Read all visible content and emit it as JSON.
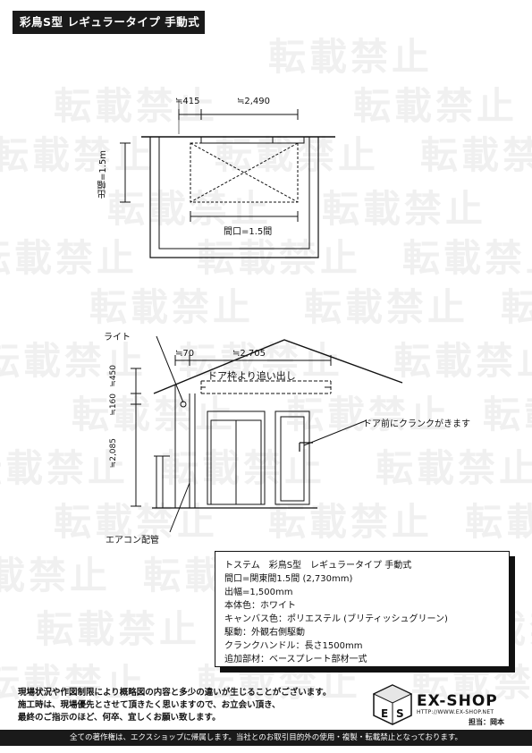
{
  "title": "彩鳥S型 レギュラータイプ 手動式",
  "watermark_text": "転載禁止",
  "plan": {
    "dim_left": "≒415",
    "dim_right": "≒2,490",
    "depth_label": "出幅=1.5m",
    "width_label": "間口=1.5間"
  },
  "elevation": {
    "light_label": "ライト",
    "dim_top_left": "≒70",
    "dim_top_right": "≒2,705",
    "door_frame_label": "ドア枠より追い出し",
    "crank_label": "ドア前にクランクがきます",
    "height_450": "≒450",
    "height_160": "≒160",
    "height_2085": "≒2,085",
    "aircon_label": "エアコン配管"
  },
  "spec": {
    "lines": [
      "トステム　彩鳥S型　レギュラータイプ 手動式",
      "間口=関東間1.5間 (2,730mm)",
      "出幅=1,500mm",
      "本体色：ホワイト",
      "キャンバス色：ポリエステル (ブリティッシュグリーン)",
      "駆動：外観右側駆動",
      "クランクハンドル：長さ1500mm",
      "追加部材：ベースプレート部材一式"
    ]
  },
  "note": {
    "lines": [
      "現場状況や作図制限により概略図の内容と多少の違いが生じることがございます。",
      "施工時は、現場優先とさせて頂きたく思いますので、お立会い頂き、",
      "最終のご指示のほど、何卒、宜しくお願い致します。"
    ]
  },
  "logo": {
    "name": "EX-SHOP",
    "url": "HTTP://WWW.EX-SHOP.NET",
    "person": "担当：岡本"
  },
  "footer": "全ての著作権は、エクスショップに帰属します。当社とのお取引目的外の使用・複製・転載禁止となっております。"
}
